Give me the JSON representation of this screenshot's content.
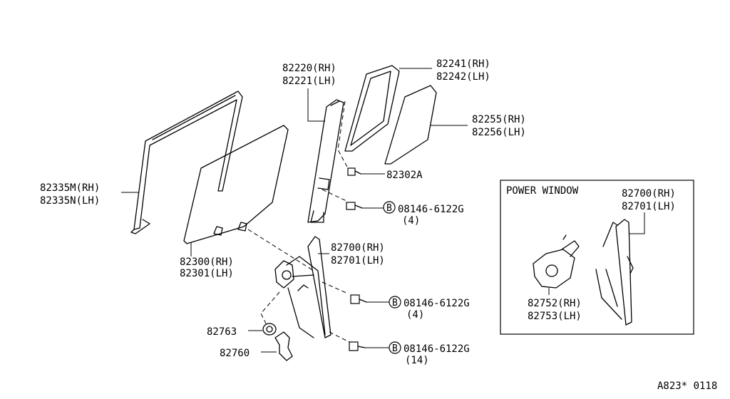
{
  "labels": {
    "glass_run_rh": "82335M(RH)",
    "glass_run_lh": "82335N(LH)",
    "door_glass_rh": "82300(RH)",
    "door_glass_lh": "82301(LH)",
    "sash_rh": "82220(RH)",
    "sash_lh": "82221(LH)",
    "weatherstrip_rh": "82241(RH)",
    "weatherstrip_lh": "82242(LH)",
    "fixed_glass_rh": "82255(RH)",
    "fixed_glass_lh": "82256(LH)",
    "screw": "82302A",
    "bolt1_code": "08146-6122G",
    "bolt1_qty": "(4)",
    "regulator_rh": "82700(RH)",
    "regulator_lh": "82701(LH)",
    "bolt2_code": "08146-6122G",
    "bolt2_qty": "(4)",
    "bolt3_code": "08146-6122G",
    "bolt3_qty": "(14)",
    "handle_cap": "82763",
    "handle": "82760",
    "bolt_symbol": "B"
  },
  "power_window": {
    "title": "POWER WINDOW",
    "regulator_rh": "82700(RH)",
    "regulator_lh": "82701(LH)",
    "motor_rh": "82752(RH)",
    "motor_lh": "82753(LH)"
  },
  "footer": {
    "drawing_id": "A823* 0118"
  }
}
